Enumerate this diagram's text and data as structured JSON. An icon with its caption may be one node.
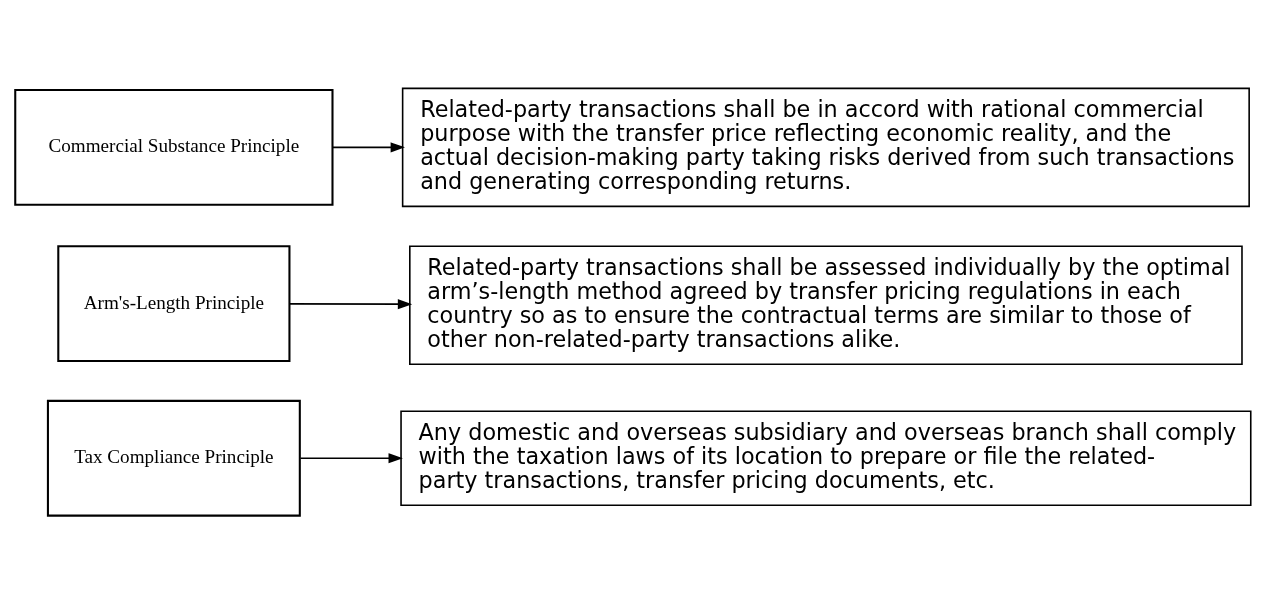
{
  "diagram": {
    "nodes": [
      {
        "text": [
          "Commercial Substance Principle"
        ]
      },
      {
        "text": [
          "Related-party transactions shall be in accord with rational commercial purpose with the transfer price reflecting economic reality, and the actual decision-making party taking risks derived from such transactions and generating corresponding returns."
        ]
      },
      {
        "text": [
          "Arm's-Length Principle"
        ]
      },
      {
        "text": [
          "Related-party transactions shall be assessed individually by the optimal arm’s-length method agreed by transfer pricing regulations in each country so as to ensure the contractual terms are similar to those of other non-related-party transactions alike."
        ]
      },
      {
        "text": [
          "Tax Compliance Principle"
        ]
      },
      {
        "text": [
          "Any domestic and overseas subsidiary and overseas branch shall comply with the taxation laws of its location to prepare or file the related-party transactions, transfer pricing documents, etc."
        ]
      }
    ],
    "edges": [
      {
        "from": 0,
        "to": 1,
        "arrow": "to"
      },
      {
        "from": 2,
        "to": 3,
        "arrow": "to"
      },
      {
        "from": 4,
        "to": 5,
        "arrow": "to"
      }
    ]
  }
}
